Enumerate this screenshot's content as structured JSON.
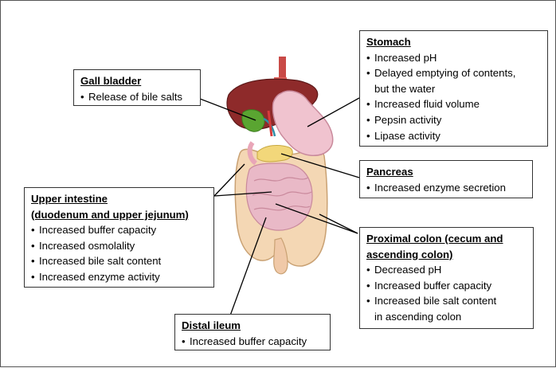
{
  "callouts": {
    "gallbladder": {
      "title": "Gall bladder",
      "items": [
        "Release of bile salts"
      ]
    },
    "stomach": {
      "title": "Stomach",
      "items": [
        "Increased pH",
        "Delayed emptying of contents,",
        "Increased fluid volume",
        "Pepsin activity",
        "Lipase activity"
      ],
      "continuation": "but the water"
    },
    "pancreas": {
      "title": "Pancreas",
      "items": [
        "Increased enzyme secretion"
      ]
    },
    "upper_intestine": {
      "title_line1": "Upper intestine",
      "title_line2": "(duodenum and upper jejunum)",
      "items": [
        "Increased buffer capacity",
        "Increased osmolality",
        "Increased bile salt content",
        "Increased enzyme activity"
      ]
    },
    "proximal_colon": {
      "title_line1": "Proximal colon (cecum and",
      "title_line2": "ascending colon)",
      "items": [
        "Decreased pH",
        "Increased buffer capacity",
        "Increased bile salt content"
      ],
      "continuation": "in ascending colon"
    },
    "distal_ileum": {
      "title": "Distal ileum",
      "items": [
        "Increased buffer capacity"
      ]
    }
  },
  "colors": {
    "liver": "#8e2a2a",
    "stomach": "#f0c3cf",
    "gallbladder": "#5aa531",
    "pancreas": "#f2d77a",
    "large_intestine": "#f4d7b4",
    "small_intestine": "#e9b9c7",
    "esophagus": "#d9534f",
    "leader_line": "#000000",
    "box_border": "#333333"
  }
}
